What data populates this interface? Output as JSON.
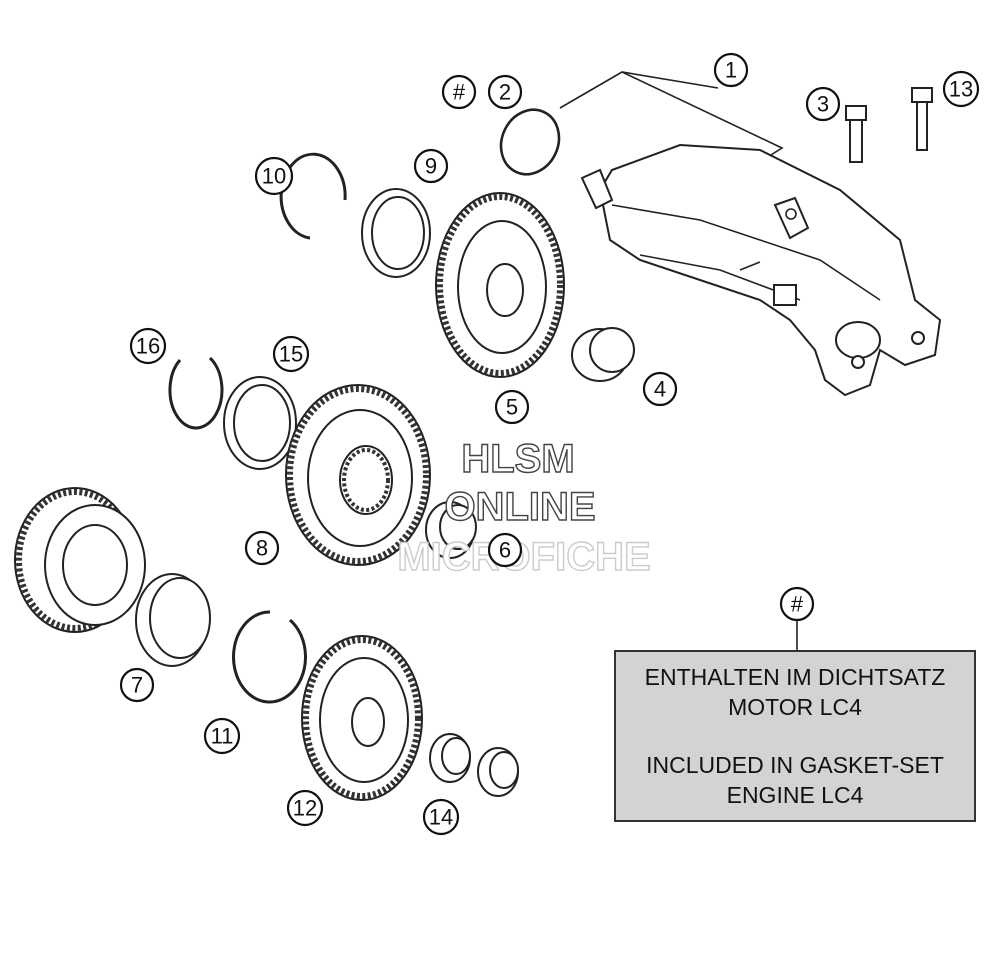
{
  "callouts": {
    "c1": "1",
    "c2": "2",
    "c3": "3",
    "c4": "4",
    "c5": "5",
    "c6": "6",
    "c7": "7",
    "c8": "8",
    "c9": "9",
    "c10": "10",
    "c11": "11",
    "c12": "12",
    "c13": "13",
    "c14": "14",
    "c15": "15",
    "c16": "16",
    "hash_top": "#",
    "hash_note": "#"
  },
  "watermark": {
    "line1": "HLSM",
    "line2": "ONLINE",
    "line3": "MICROFICHE"
  },
  "note": {
    "de_line1": "ENTHALTEN IM DICHTSATZ",
    "de_line2": "MOTOR LC4",
    "en_line1": "INCLUDED IN GASKET-SET",
    "en_line2": "ENGINE LC4"
  }
}
